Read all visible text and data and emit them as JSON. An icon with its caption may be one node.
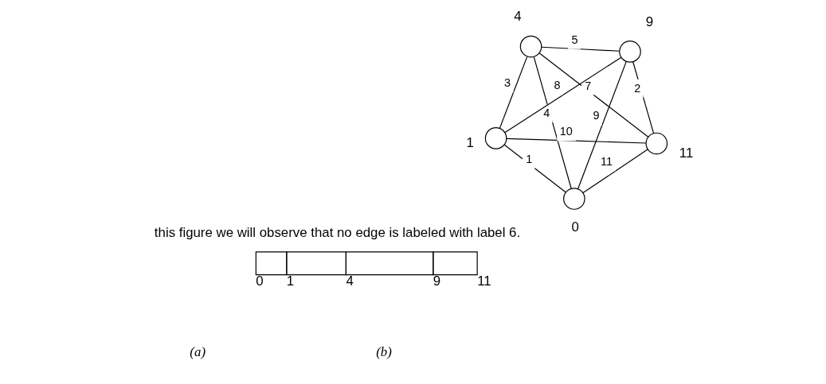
{
  "diagram": {
    "nodes": [
      {
        "text": [],
        "shape": "circle",
        "beside": [
          "4"
        ]
      },
      {
        "text": [],
        "shape": "circle",
        "beside": [
          "1"
        ]
      },
      {
        "text": [],
        "shape": "circle",
        "beside": [
          "9"
        ]
      },
      {
        "text": [],
        "shape": "circle",
        "beside": [
          "0"
        ]
      },
      {
        "text": [],
        "shape": "circle",
        "beside": [
          "11"
        ]
      }
    ],
    "edges": [
      {
        "from": 0,
        "to": 1,
        "arrow": "none",
        "label": "3"
      },
      {
        "from": 0,
        "to": 2,
        "arrow": "none",
        "label": "5"
      },
      {
        "from": 1,
        "to": 2,
        "arrow": "none",
        "label": "8"
      },
      {
        "from": 1,
        "to": 3,
        "arrow": "none",
        "label": "1"
      },
      {
        "from": 2,
        "to": 4,
        "arrow": "none",
        "label": "2"
      },
      {
        "from": 3,
        "to": 4,
        "arrow": "none",
        "label": "11"
      },
      {
        "from": 0,
        "to": 3,
        "arrow": "none",
        "label": "4"
      },
      {
        "from": 0,
        "to": 4,
        "arrow": "none",
        "label": "7"
      },
      {
        "from": 1,
        "to": 4,
        "arrow": "none",
        "label": "10"
      },
      {
        "from": 2,
        "to": 3,
        "arrow": "none",
        "label": "9"
      }
    ],
    "labels": [
      "this figure we will observe that no edge is labeled with label 6.",
      "0",
      "1",
      "4",
      "9",
      "11",
      "(a)",
      "(b)"
    ]
  }
}
